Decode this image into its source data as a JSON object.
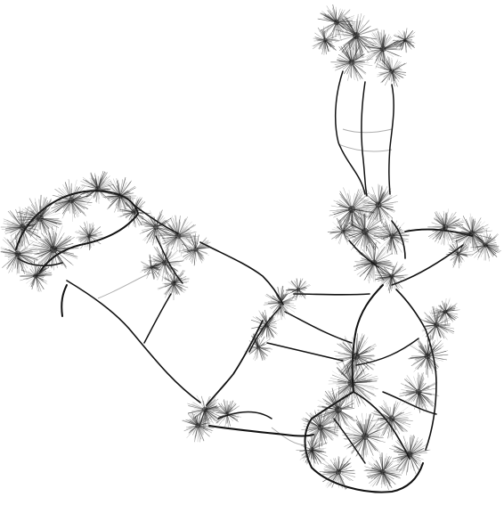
{
  "diagram": {
    "type": "edge-bundled-graph",
    "colors": {
      "background": "#ffffff",
      "edge": "#111111",
      "faint_edge": "#9a9a9a",
      "fiber": "#2a2a2a"
    },
    "clusters": [
      {
        "name": "top-right-cluster"
      },
      {
        "name": "left-arc-cluster"
      },
      {
        "name": "middle-left-cluster"
      },
      {
        "name": "right-hub-cluster"
      },
      {
        "name": "far-right-cluster"
      },
      {
        "name": "center-cluster"
      },
      {
        "name": "bottom-left-cluster"
      },
      {
        "name": "bottom-right-cluster"
      }
    ]
  }
}
